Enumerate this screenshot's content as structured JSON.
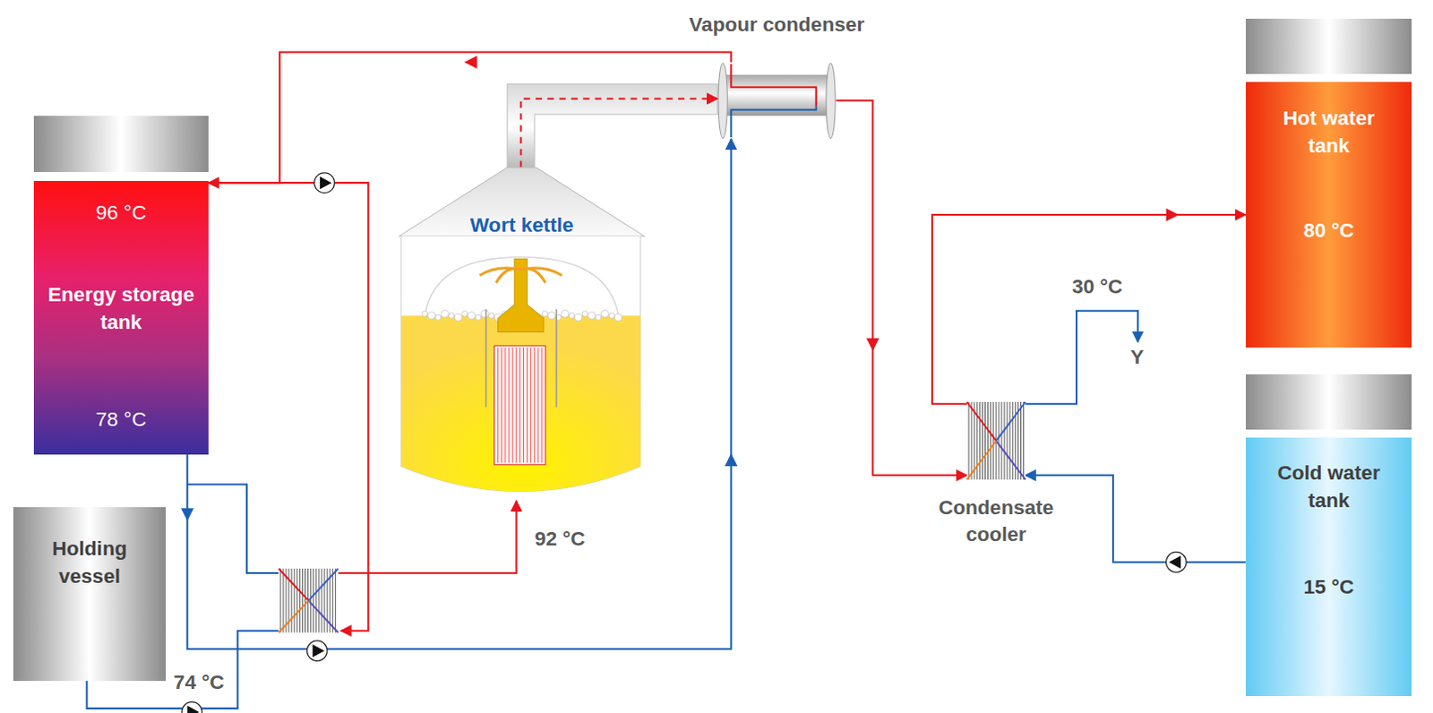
{
  "diagram": {
    "nodes": [
      {
        "text": [
          "Vapour condenser"
        ]
      },
      {
        "text": [
          "96 °C",
          "Energy storage tank",
          "78 °C"
        ]
      },
      {
        "text": [
          "Wort kettle"
        ]
      },
      {
        "text": [
          "Hot water tank",
          "80 °C"
        ]
      },
      {
        "text": [
          "Condensate cooler"
        ]
      },
      {
        "text": [
          "Cold water tank",
          "15 °C"
        ]
      },
      {
        "text": [
          "Holding vessel"
        ]
      }
    ],
    "edges": [
      {
        "from": 0,
        "to": 1,
        "arrow": "to"
      },
      {
        "from": 1,
        "to": 0,
        "arrow": "to"
      },
      {
        "from": 2,
        "to": 0,
        "arrow": "to"
      },
      {
        "from": 0,
        "to": 4,
        "arrow": "to"
      },
      {
        "from": 4,
        "to": 3,
        "arrow": "to"
      },
      {
        "from": 5,
        "to": 4,
        "arrow": "to"
      },
      {
        "from": 6,
        "to": 2,
        "arrow": "to"
      }
    ],
    "labels": [
      "30 °C",
      "Y",
      "92 °C",
      "74 °C"
    ]
  }
}
